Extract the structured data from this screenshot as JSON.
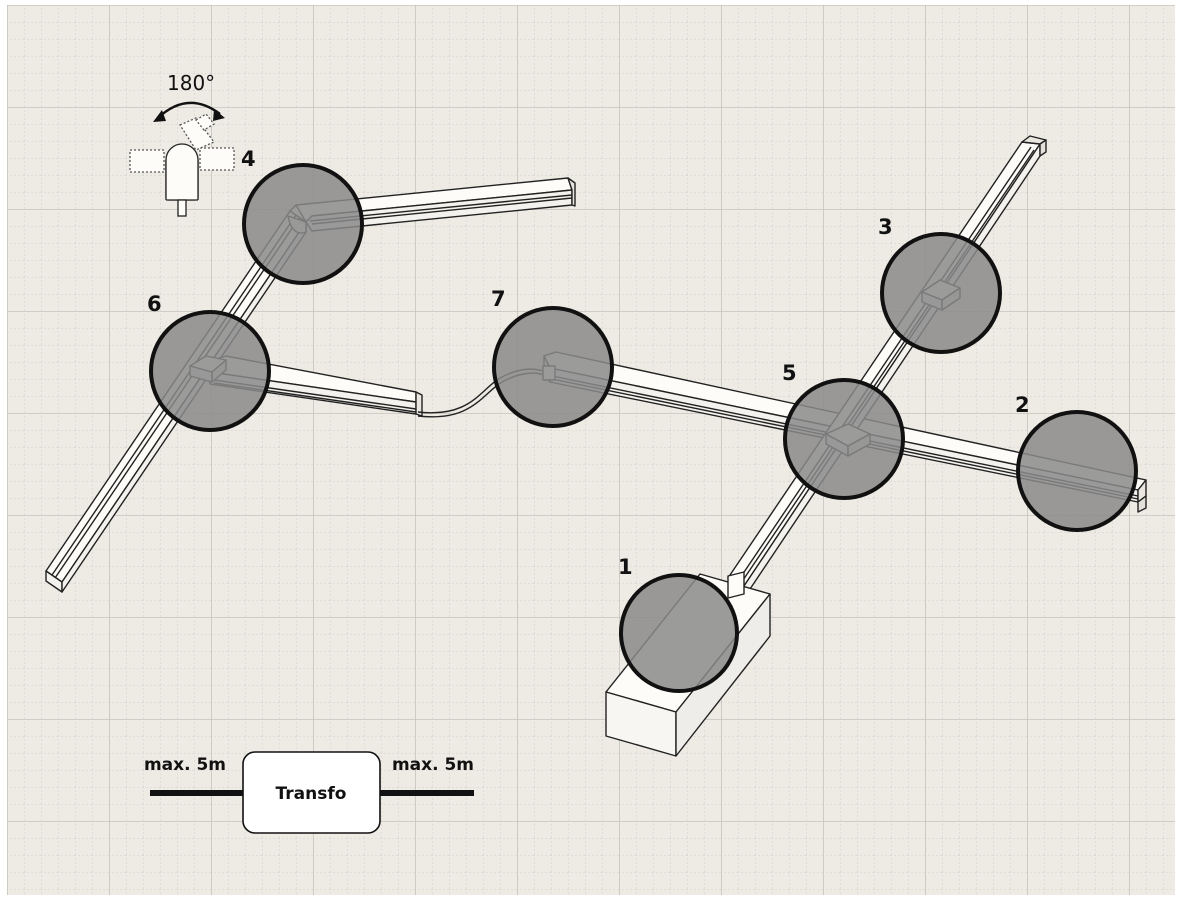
{
  "diagram": {
    "colors": {
      "paper": "#eeebe5",
      "grid_minor": "#d3d0ca",
      "grid_major": "#c6c3bd",
      "rail_fill": "#fdfcf9",
      "rail_stroke": "#222222",
      "marker_fill": "#8a8a8a",
      "marker_stroke": "#111111"
    },
    "markers": [
      {
        "id": "1",
        "label": "1"
      },
      {
        "id": "2",
        "label": "2"
      },
      {
        "id": "3",
        "label": "3"
      },
      {
        "id": "4",
        "label": "4"
      },
      {
        "id": "5",
        "label": "5"
      },
      {
        "id": "6",
        "label": "6"
      },
      {
        "id": "7",
        "label": "7"
      }
    ],
    "rotation_label": "180°",
    "transfo": {
      "label": "Transfo",
      "left_label": "max. 5m",
      "right_label": "max. 5m"
    }
  }
}
